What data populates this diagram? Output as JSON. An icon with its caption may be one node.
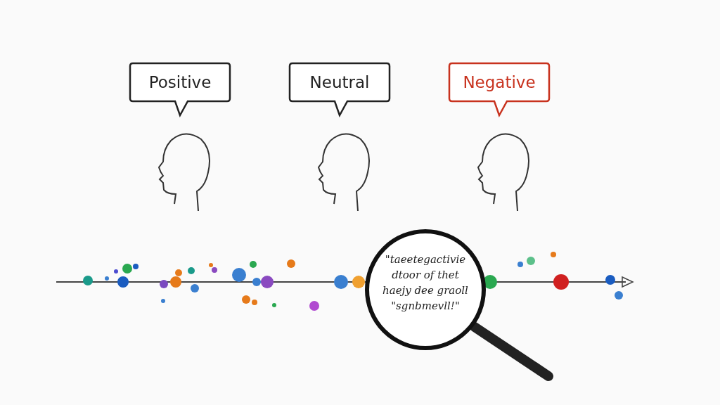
{
  "diagram": {
    "nodes": [
      {
        "text": [
          "Positive"
        ]
      },
      {
        "text": [
          "Neutral"
        ]
      },
      {
        "text": [
          "Negative"
        ]
      }
    ],
    "labels": [
      "\"taeetegactivie dtoor of thet haejy dee graoll \"sgnbmevll!\""
    ]
  }
}
